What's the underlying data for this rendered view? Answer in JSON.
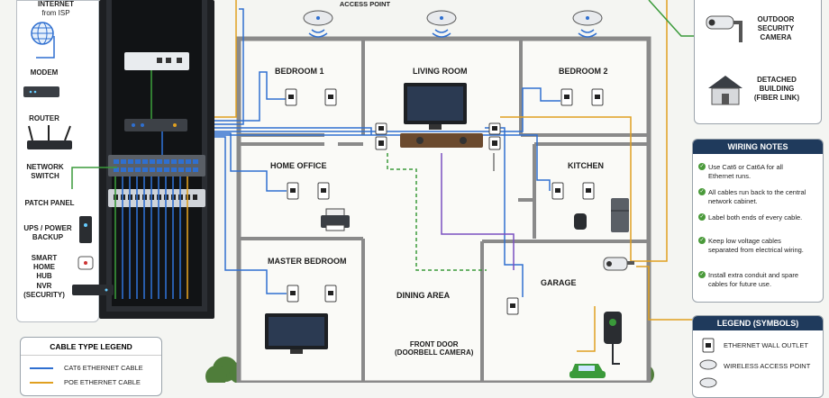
{
  "equipment": {
    "internet_title": "INTERNET",
    "internet_sub": "from ISP",
    "modem": "MODEM",
    "router": "ROUTER",
    "network_switch": "NETWORK\nSWITCH",
    "patch_panel": "PATCH PANEL",
    "ups": "UPS / POWER\nBACKUP",
    "smart_home_hub": "SMART HOME\nHUB",
    "nvr": "NVR\n(SECURITY)"
  },
  "ceiling_ap_label": "CEILING MOUNTED\nACCESS POINT",
  "rooms": {
    "bedroom1": "BEDROOM 1",
    "living_room": "LIVING ROOM",
    "bedroom2": "BEDROOM 2",
    "home_office": "HOME OFFICE",
    "kitchen": "KITCHEN",
    "master_bedroom": "MASTER BEDROOM",
    "dining_area": "DINING AREA",
    "garage": "GARAGE",
    "front_door": "FRONT DOOR\n(DOORBELL CAMERA)"
  },
  "right_panel": {
    "outdoor_camera": "OUTDOOR\nSECURITY\nCAMERA",
    "detached_building": "DETACHED\nBUILDING\n(FIBER LINK)"
  },
  "wiring_notes": {
    "title": "WIRING NOTES",
    "items": [
      "Use Cat6 or Cat6A for all Ethernet runs.",
      "All cables run back to the central network cabinet.",
      "Label both ends of every cable.",
      "Keep low voltage cables separated from electrical wiring.",
      "Install extra conduit and spare cables for future use."
    ]
  },
  "legend_symbols": {
    "title": "LEGEND (SYMBOLS)",
    "items": [
      "ETHERNET WALL OUTLET",
      "WIRELESS ACCESS POINT"
    ]
  },
  "cable_legend": {
    "title": "CABLE TYPE LEGEND",
    "items": [
      {
        "label": "CAT6 ETHERNET CABLE",
        "color": "#2f6fd0"
      },
      {
        "label": "POE ETHERNET CABLE",
        "color": "#e0a020"
      }
    ]
  },
  "colors": {
    "ethernet": "#2f6fd0",
    "poe": "#e0a020",
    "fiber_green": "#3a9a3a",
    "purple": "#7b4fc0",
    "wall": "#8a8a8a",
    "cabinet": "#1d1f22",
    "header_navy": "#1f3a5c"
  }
}
